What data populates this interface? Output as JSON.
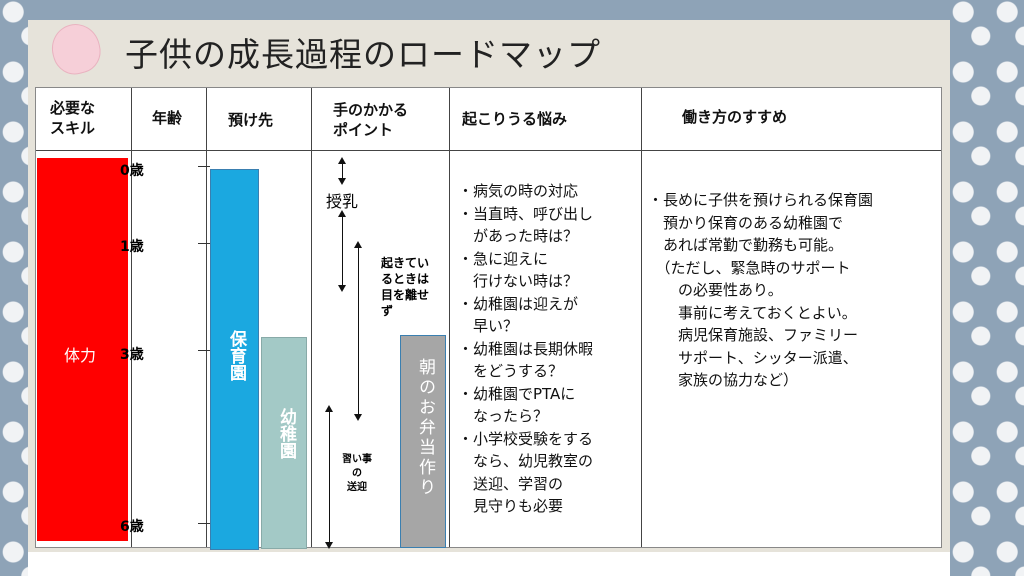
{
  "title": "子供の成長過程のロードマップ",
  "headers": {
    "skill": "必要な\nスキル",
    "age": "年齢",
    "place": "預け先",
    "points": "手のかかる\nポイント",
    "worries": "起こりうる悩み",
    "work": "働き方のすすめ"
  },
  "skill": {
    "label": "体力",
    "color": "#ff0000"
  },
  "ages": [
    "0歳",
    "1歳",
    "3歳",
    "6歳"
  ],
  "places": [
    {
      "label": "保育園",
      "color": "#1ba8e0"
    },
    {
      "label": "幼稚園",
      "color": "#a3c9c6"
    }
  ],
  "points": {
    "nursing": "授乳",
    "watch": "起きてい\nるときは\n目を離せ\nず",
    "lessons": "習い事\nの\n送迎",
    "bento": "朝のお弁当作り"
  },
  "worries": [
    "・病気の時の対応",
    "・当直時、呼び出し",
    "　があった時は？",
    "・急に迎えに",
    "　行けない時は？",
    "・幼稚園は迎えが",
    "　早い？",
    "・幼稚園は長期休暇",
    "　をどうする？",
    "・幼稚園でPTAに",
    "　なったら？",
    "・小学校受験をする",
    "　なら、幼児教室の",
    "　送迎、学習の",
    "　見守りも必要"
  ],
  "work": [
    "・長めに子供を預けられる保育園",
    "　預かり保育のある幼稚園で",
    "　あれば常勤で勤務も可能。",
    "　（ただし、緊急時のサポート",
    "　　の必要性あり。",
    "　　事前に考えておくとよい。",
    "　　病児保育施設、ファミリー",
    "　　サポート、シッター派遣、",
    "　　家族の協力など）"
  ]
}
